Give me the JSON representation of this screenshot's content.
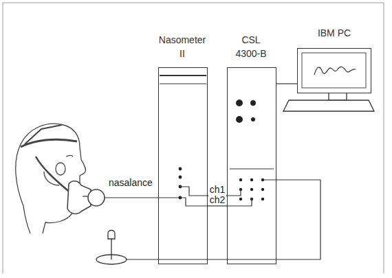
{
  "diagram": {
    "nodes": [
      {
        "text": [
          "Nasometer II"
        ]
      },
      {
        "text": [
          "CSL 4300-B"
        ]
      },
      {
        "text": [
          "IBM PC"
        ]
      }
    ],
    "edges": [
      {
        "from": 0,
        "to": 1,
        "arrow": "none",
        "label": "ch1"
      },
      {
        "from": 0,
        "to": 1,
        "arrow": "none",
        "label": "ch2"
      },
      {
        "from": 1,
        "to": 2,
        "arrow": "none"
      }
    ],
    "labels": [
      "nasalance"
    ]
  }
}
